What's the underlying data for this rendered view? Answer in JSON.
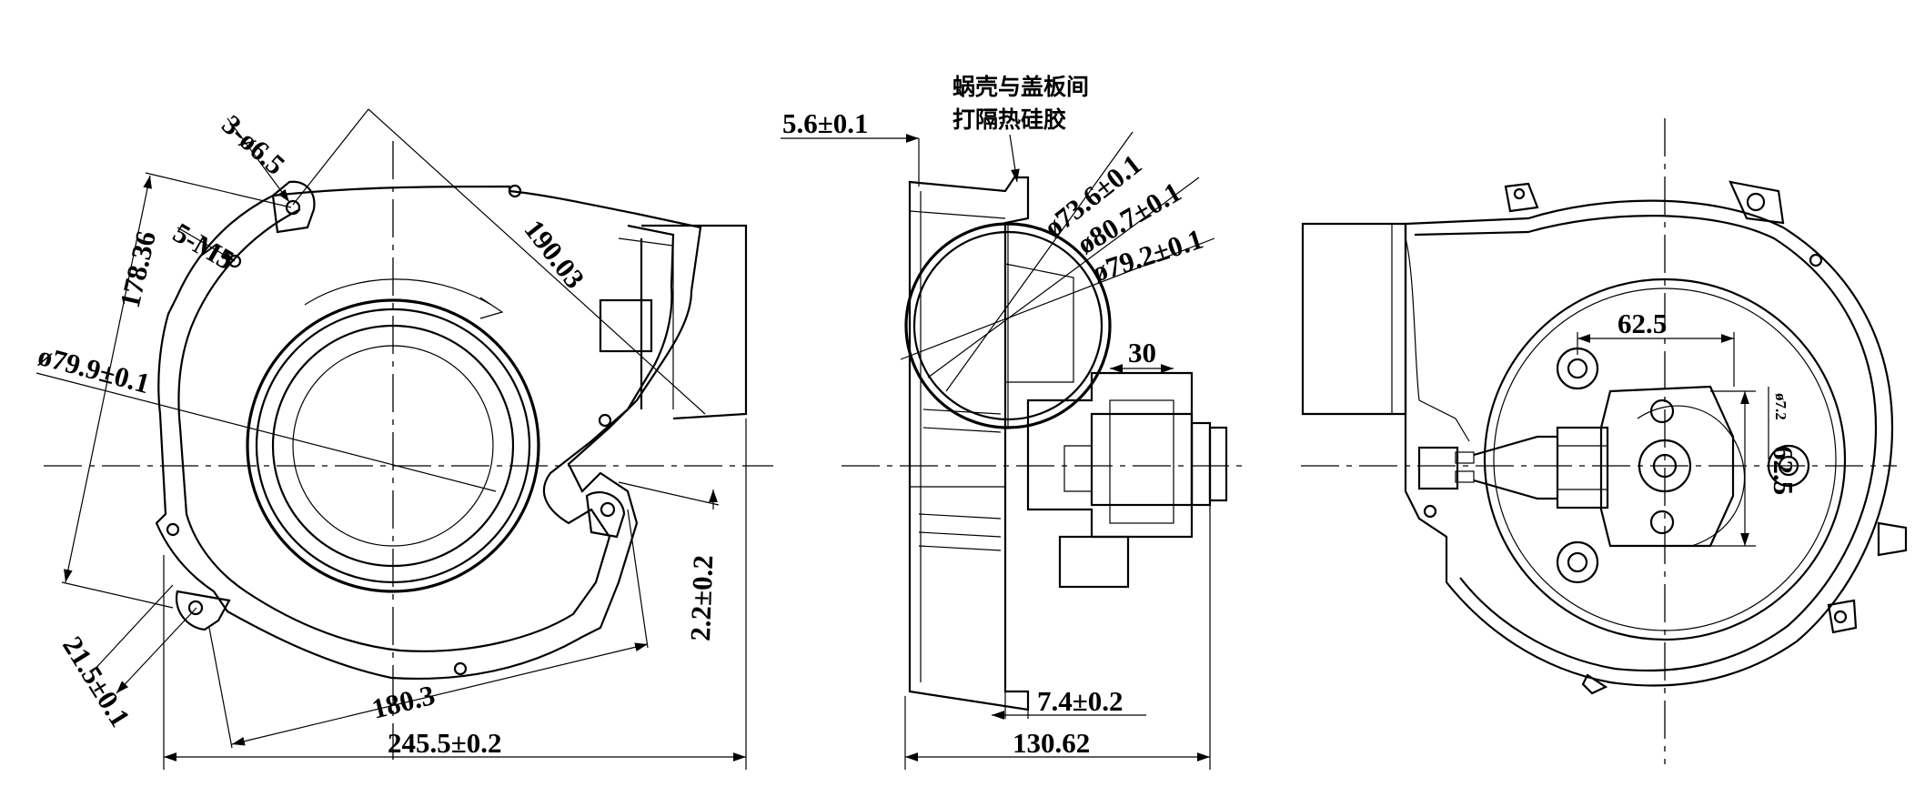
{
  "annotations": {
    "note_line1": "蜗壳与盖板间",
    "note_line2": "打隔热硅胶"
  },
  "dimensions": {
    "holes_3x": "3-ø6.5",
    "threads_5x": "5-M5",
    "d178": "178.36",
    "d190": "190.03",
    "dia_79_9": "ø79.9±0.1",
    "d2_2": "2.2±0.2",
    "d21_5": "21.5±0.1",
    "d180_3": "180.3",
    "width_245_5": "245.5±0.2",
    "d5_6": "5.6±0.1",
    "dia_73_6": "ø73.6±0.1",
    "dia_80_7": "ø80.7±0.1",
    "dia_79_2": "ø79.2±0.1",
    "d30": "30",
    "d7_4": "7.4±0.2",
    "d130_62": "130.62",
    "d62_5_h": "62.5",
    "d62_5_v": "62.5",
    "dia_7_2": "ø7.2"
  }
}
